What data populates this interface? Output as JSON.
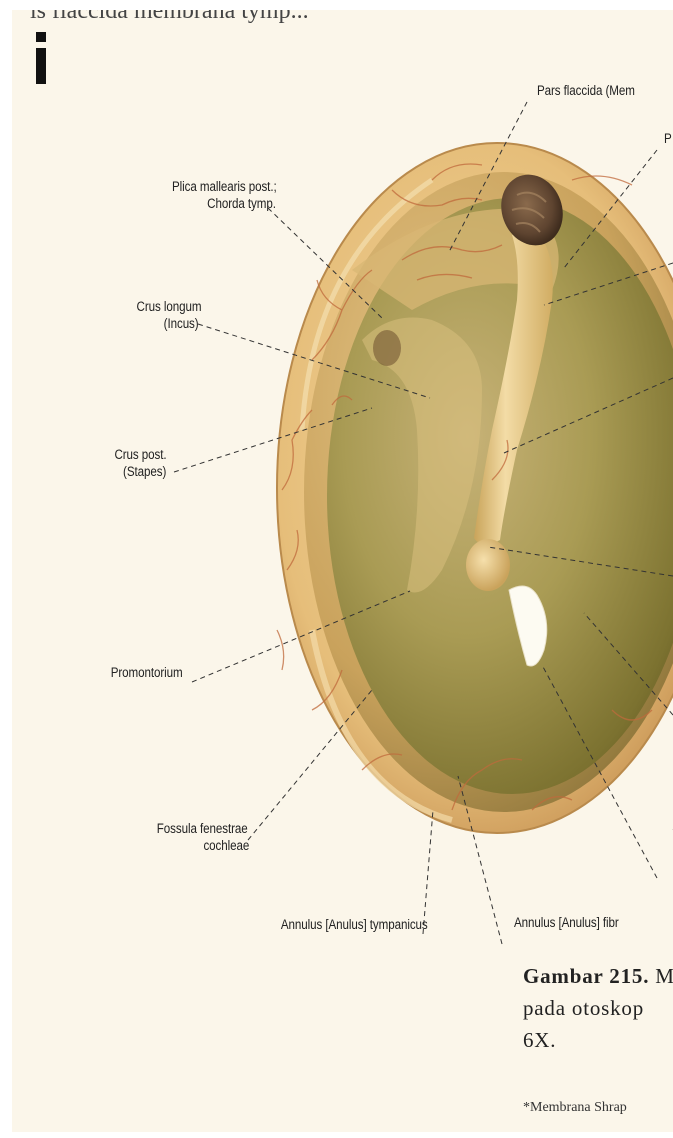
{
  "header_fragment": "is flaccida membrana tymp...",
  "labels": {
    "pars_flaccida": "Pars flaccida (Mem",
    "right_p": "P",
    "plica_line1": "Plica mallearis post.;",
    "plica_line2": "Chorda tymp.",
    "crus_longum_line1": "Crus longum",
    "crus_longum_line2": "(Incus)",
    "crus_post_line1": "Crus post.",
    "crus_post_line2": "(Stapes)",
    "promontorium": "Promontorium",
    "fossula_line1": "Fossula fenestrae",
    "fossula_line2": "cochleae",
    "annulus_tympanicus": "Annulus  [Anulus] tympanicus",
    "annulus_fibro": "Annulus [Anulus] fibr"
  },
  "caption": {
    "line1_bold": "Gambar 215.",
    "line1_rest": " M",
    "line2": "pada otoskop ",
    "line3": "6X.",
    "footnote": "*Membrana Shrap"
  }
}
